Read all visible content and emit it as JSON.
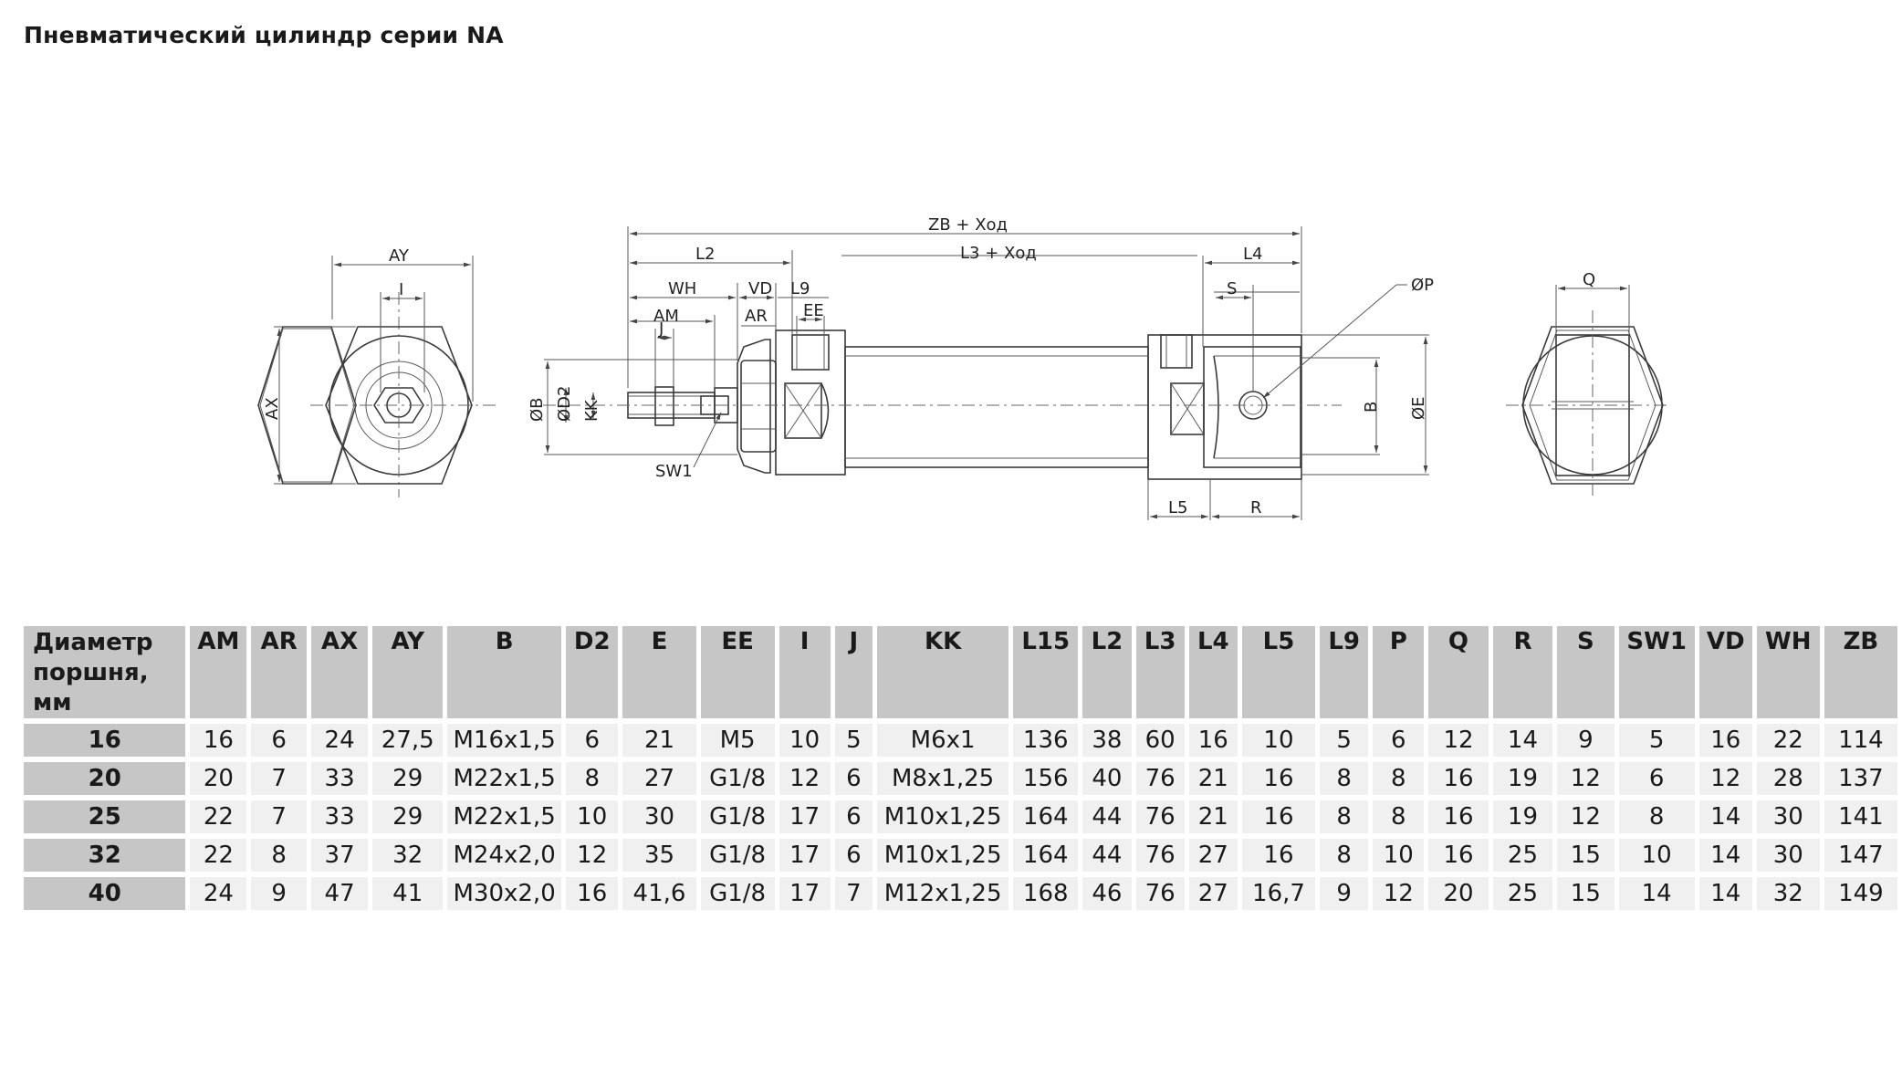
{
  "title": "Пневматический цилиндр серии NA",
  "drawing": {
    "labels": {
      "AY": "AY",
      "I": "I",
      "AX": "AX",
      "ZB": "ZB + Ход",
      "L3": "L3 + Ход",
      "L2": "L2",
      "WH": "WH",
      "VD": "VD",
      "L9": "L9",
      "EE": "EE",
      "AM": "AM",
      "J": "J",
      "AR": "AR",
      "OB": "ØB",
      "OD2": "ØD2",
      "KK": "KK",
      "SW1": "SW1",
      "L4": "L4",
      "S": "S",
      "OP": "ØP",
      "B": "B",
      "OE": "ØE",
      "L5": "L5",
      "R": "R",
      "Q": "Q"
    }
  },
  "table": {
    "header_first": [
      "Диаметр",
      "поршня, мм"
    ],
    "columns": [
      "AM",
      "AR",
      "AX",
      "AY",
      "B",
      "D2",
      "E",
      "EE",
      "I",
      "J",
      "KK",
      "L15",
      "L2",
      "L3",
      "L4",
      "L5",
      "L9",
      "P",
      "Q",
      "R",
      "S",
      "SW1",
      "VD",
      "WH",
      "ZB"
    ],
    "rows": [
      {
        "dia": "16",
        "values": [
          "16",
          "6",
          "24",
          "27,5",
          "M16x1,5",
          "6",
          "21",
          "M5",
          "10",
          "5",
          "M6x1",
          "136",
          "38",
          "60",
          "16",
          "10",
          "5",
          "6",
          "12",
          "14",
          "9",
          "5",
          "16",
          "22",
          "114"
        ]
      },
      {
        "dia": "20",
        "values": [
          "20",
          "7",
          "33",
          "29",
          "M22x1,5",
          "8",
          "27",
          "G1/8",
          "12",
          "6",
          "M8x1,25",
          "156",
          "40",
          "76",
          "21",
          "16",
          "8",
          "8",
          "16",
          "19",
          "12",
          "6",
          "12",
          "28",
          "137"
        ]
      },
      {
        "dia": "25",
        "values": [
          "22",
          "7",
          "33",
          "29",
          "M22x1,5",
          "10",
          "30",
          "G1/8",
          "17",
          "6",
          "M10x1,25",
          "164",
          "44",
          "76",
          "21",
          "16",
          "8",
          "8",
          "16",
          "19",
          "12",
          "8",
          "14",
          "30",
          "141"
        ]
      },
      {
        "dia": "32",
        "values": [
          "22",
          "8",
          "37",
          "32",
          "M24x2,0",
          "12",
          "35",
          "G1/8",
          "17",
          "6",
          "M10x1,25",
          "164",
          "44",
          "76",
          "27",
          "16",
          "8",
          "10",
          "16",
          "25",
          "15",
          "10",
          "14",
          "30",
          "147"
        ]
      },
      {
        "dia": "40",
        "values": [
          "24",
          "9",
          "47",
          "41",
          "M30x2,0",
          "16",
          "41,6",
          "G1/8",
          "17",
          "7",
          "M12x1,25",
          "168",
          "46",
          "76",
          "27",
          "16,7",
          "9",
          "12",
          "20",
          "25",
          "15",
          "14",
          "14",
          "32",
          "149"
        ]
      }
    ]
  }
}
